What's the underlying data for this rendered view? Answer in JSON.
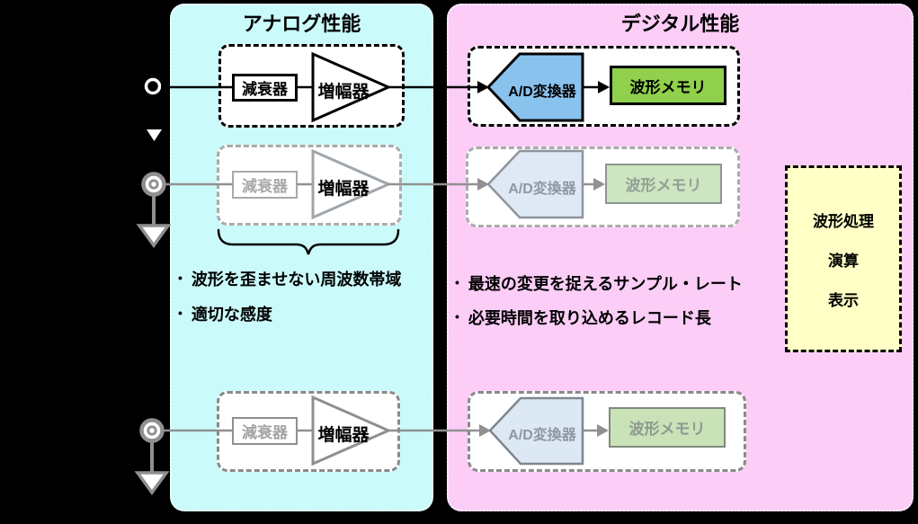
{
  "diagram": {
    "analog_panel": {
      "title": "アナログ性能",
      "bullets": [
        "波形を歪ませない周波数帯域",
        "適切な感度"
      ]
    },
    "digital_panel": {
      "title": "デジタル性能",
      "bullets": [
        "最速の変更を捉えるサンプル・レート",
        "必要時間を取り込めるレコード長"
      ]
    },
    "blocks": {
      "attenuator": "減衰器",
      "amplifier": "増幅器",
      "adc": "A/D変換器",
      "memory": "波形メモリ"
    },
    "processing_box": [
      "波形処理",
      "演算",
      "表示"
    ],
    "bullet_char": "•",
    "colors": {
      "background": "#000000",
      "analog_panel_bg": "#CBFAFB",
      "digital_panel_bg": "#FBCDF7",
      "adc_fill_active": "#8AC2EE",
      "memory_fill_active": "#90D04D",
      "adc_fill_faded": "#DFE9F5",
      "memory_fill_faded": "#CDE5C0",
      "processing_box_bg": "#FFFFC6",
      "faded_stroke": "#8F8F8F"
    }
  }
}
